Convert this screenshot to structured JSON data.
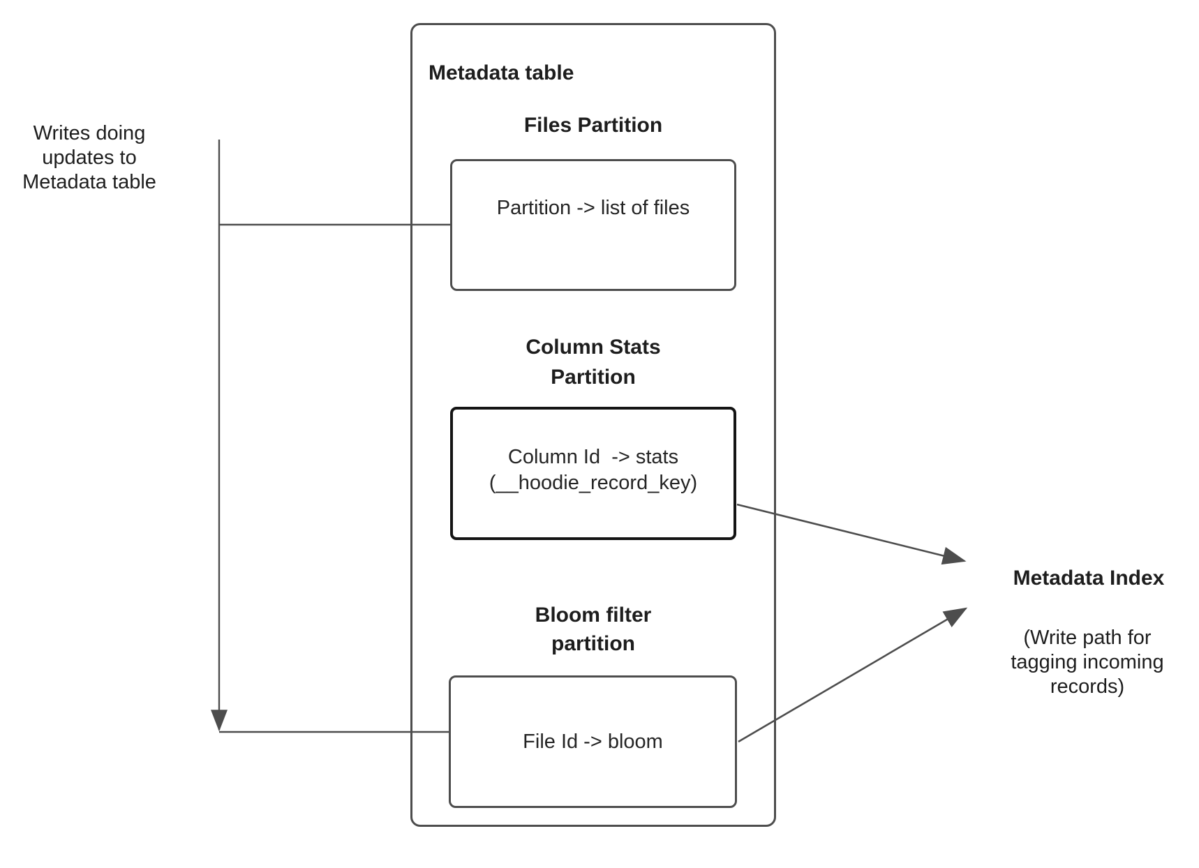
{
  "left_note": {
    "text": "Writes doing\nupdates to\nMetadata table"
  },
  "metadata_table": {
    "title": "Metadata table",
    "partitions": [
      {
        "heading": "Files Partition",
        "body": "Partition -> list of files"
      },
      {
        "heading": "Column Stats\nPartition",
        "body": "Column Id  -> stats\n(__hoodie_record_key)"
      },
      {
        "heading": "Bloom filter\npartition",
        "body": "File Id -> bloom"
      }
    ]
  },
  "metadata_index": {
    "title": "Metadata Index",
    "subtitle": "(Write path for\ntagging incoming\nrecords)"
  },
  "connectors": {
    "writes_to_files": "writes-note to files-partition-box",
    "writes_to_bloom": "writes-note to bloom-filter-box (arrow down then right)",
    "stats_to_index": "column-stats-box to metadata-index (arrow)",
    "bloom_to_index": "bloom-filter-box to metadata-index (arrow)"
  },
  "colors": {
    "line": "#4d4d4d",
    "box_border": "#4d4d4d",
    "stats_box_border": "#141414",
    "text": "#1d1d1d",
    "background": "#ffffff"
  }
}
